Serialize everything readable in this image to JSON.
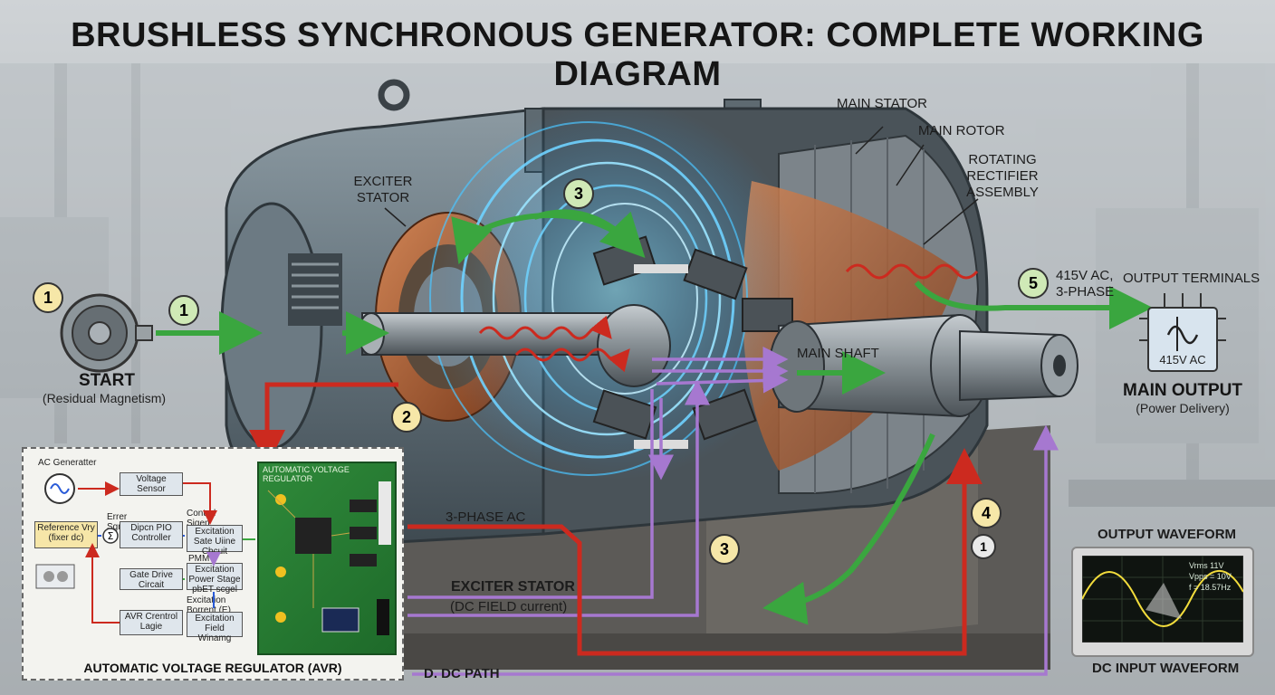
{
  "title": "BRUSHLESS SYNCHRONOUS GENERATOR: COMPLETE WORKING DIAGRAM",
  "labels": {
    "start": "START",
    "start_sub": "(Residual Magnetism)",
    "exciter_stator": "EXCITER STATOR",
    "main_stator": "MAIN STATOR",
    "main_rotor": "MAIN ROTOR",
    "rotating_rectifier": "ROTATING RECTIFIER ASSEMBLY",
    "main_shaft": "MAIN SHAFT",
    "voltage_note": "415V AC, 3-PHASE",
    "output_terminals": "OUTPUT TERMINALS",
    "terminal_box_value": "415V AC",
    "main_output": "MAIN OUTPUT",
    "main_output_sub": "(Power Delivery)",
    "three_phase": "3-PHASE AC",
    "exciter_stator_bottom": "EXCITER STATOR",
    "dc_field_current": "(DC FIELD current)",
    "dc_path": "D. DC PATH",
    "output_waveform": "OUTPUT WAVEFORM",
    "dc_input_waveform": "DC INPUT WAVEFORM"
  },
  "badges": {
    "start_num": "1",
    "arrow1": "1",
    "step2": "2",
    "step3_top": "3",
    "step3_bottom": "3",
    "step4": "4",
    "step1_small": "1",
    "step5": "5"
  },
  "avr": {
    "title": "AUTOMATIC VOLTAGE REGULATOR (AVR)",
    "pcb_title": "AUTOMATIC VOLTAGE REGULATOR",
    "ac_generator": "AC Generatter",
    "voltage_sensor": "Voltage Sensor",
    "reference": "Reference Vry (fixer dc)",
    "error_signal": "Errer Sgnel",
    "pid": "Dipcn PIO Controller",
    "control_signal": "Control Sigen",
    "excitation_gate": "Excitation Sate Uiine Cbcuit",
    "pwm": "PMM",
    "gate_drive": "Gate Drive Circait",
    "power_stage": "Excitation Power Stage pbET scgel",
    "excitation_current": "Excitation Borrent (E)",
    "avr_control": "AVR Crentrol Lagie",
    "field_winding": "Excitation Field Winamg"
  },
  "scope": {
    "vrms": "Vrms 11V",
    "vpp": "Vpps = 10V",
    "freq": "f = 18.57Hz"
  },
  "colors": {
    "green_arrow": "#3aa63f",
    "red_arrow": "#cc2a1f",
    "purple_arrow": "#a678d0",
    "flux_blue": "#6fd2ff",
    "copper": "#b0623a"
  }
}
